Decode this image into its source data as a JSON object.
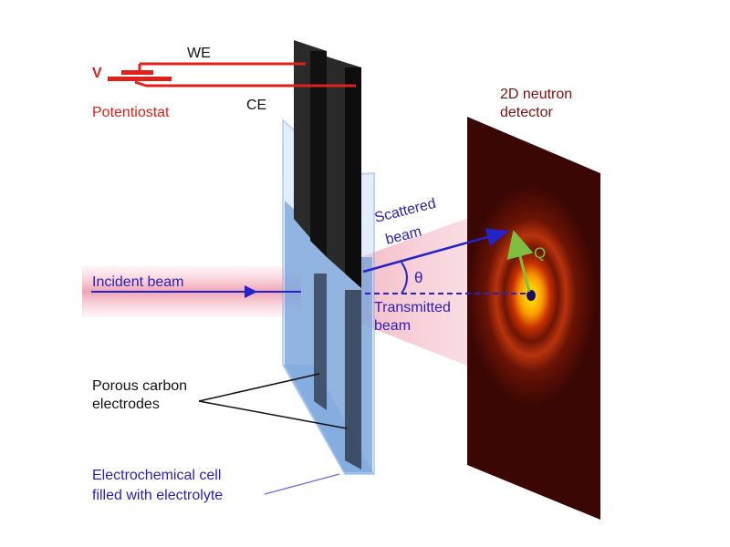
{
  "labels": {
    "we": "WE",
    "ce": "CE",
    "v": "V",
    "potentiostat": "Potentiostat",
    "detector_line1": "2D neutron",
    "detector_line2": "detector",
    "scattered_line1": "Scattered",
    "scattered_line2": "beam",
    "theta": "θ",
    "q": "Q",
    "incident": "Incident beam",
    "transmitted_line1": "Transmitted",
    "transmitted_line2": "beam",
    "electrodes_line1": "Porous carbon",
    "electrodes_line2": "electrodes",
    "cell_line1": "Electrochemical cell",
    "cell_line2": "filled with electrolyte"
  },
  "colors": {
    "circuit": "#e0201b",
    "beam_label": "#2b1fb3",
    "beam_arrow": "#2323c8",
    "q_arrow": "#7fbf3f",
    "electrode": "#1a1a1a",
    "cell_glass": "#aac8f0",
    "electrolyte": "#6f9bd6",
    "beam_glow": "#f2a6b4",
    "detector_dark": "#3b0704",
    "detector_label": "#7a1010"
  }
}
